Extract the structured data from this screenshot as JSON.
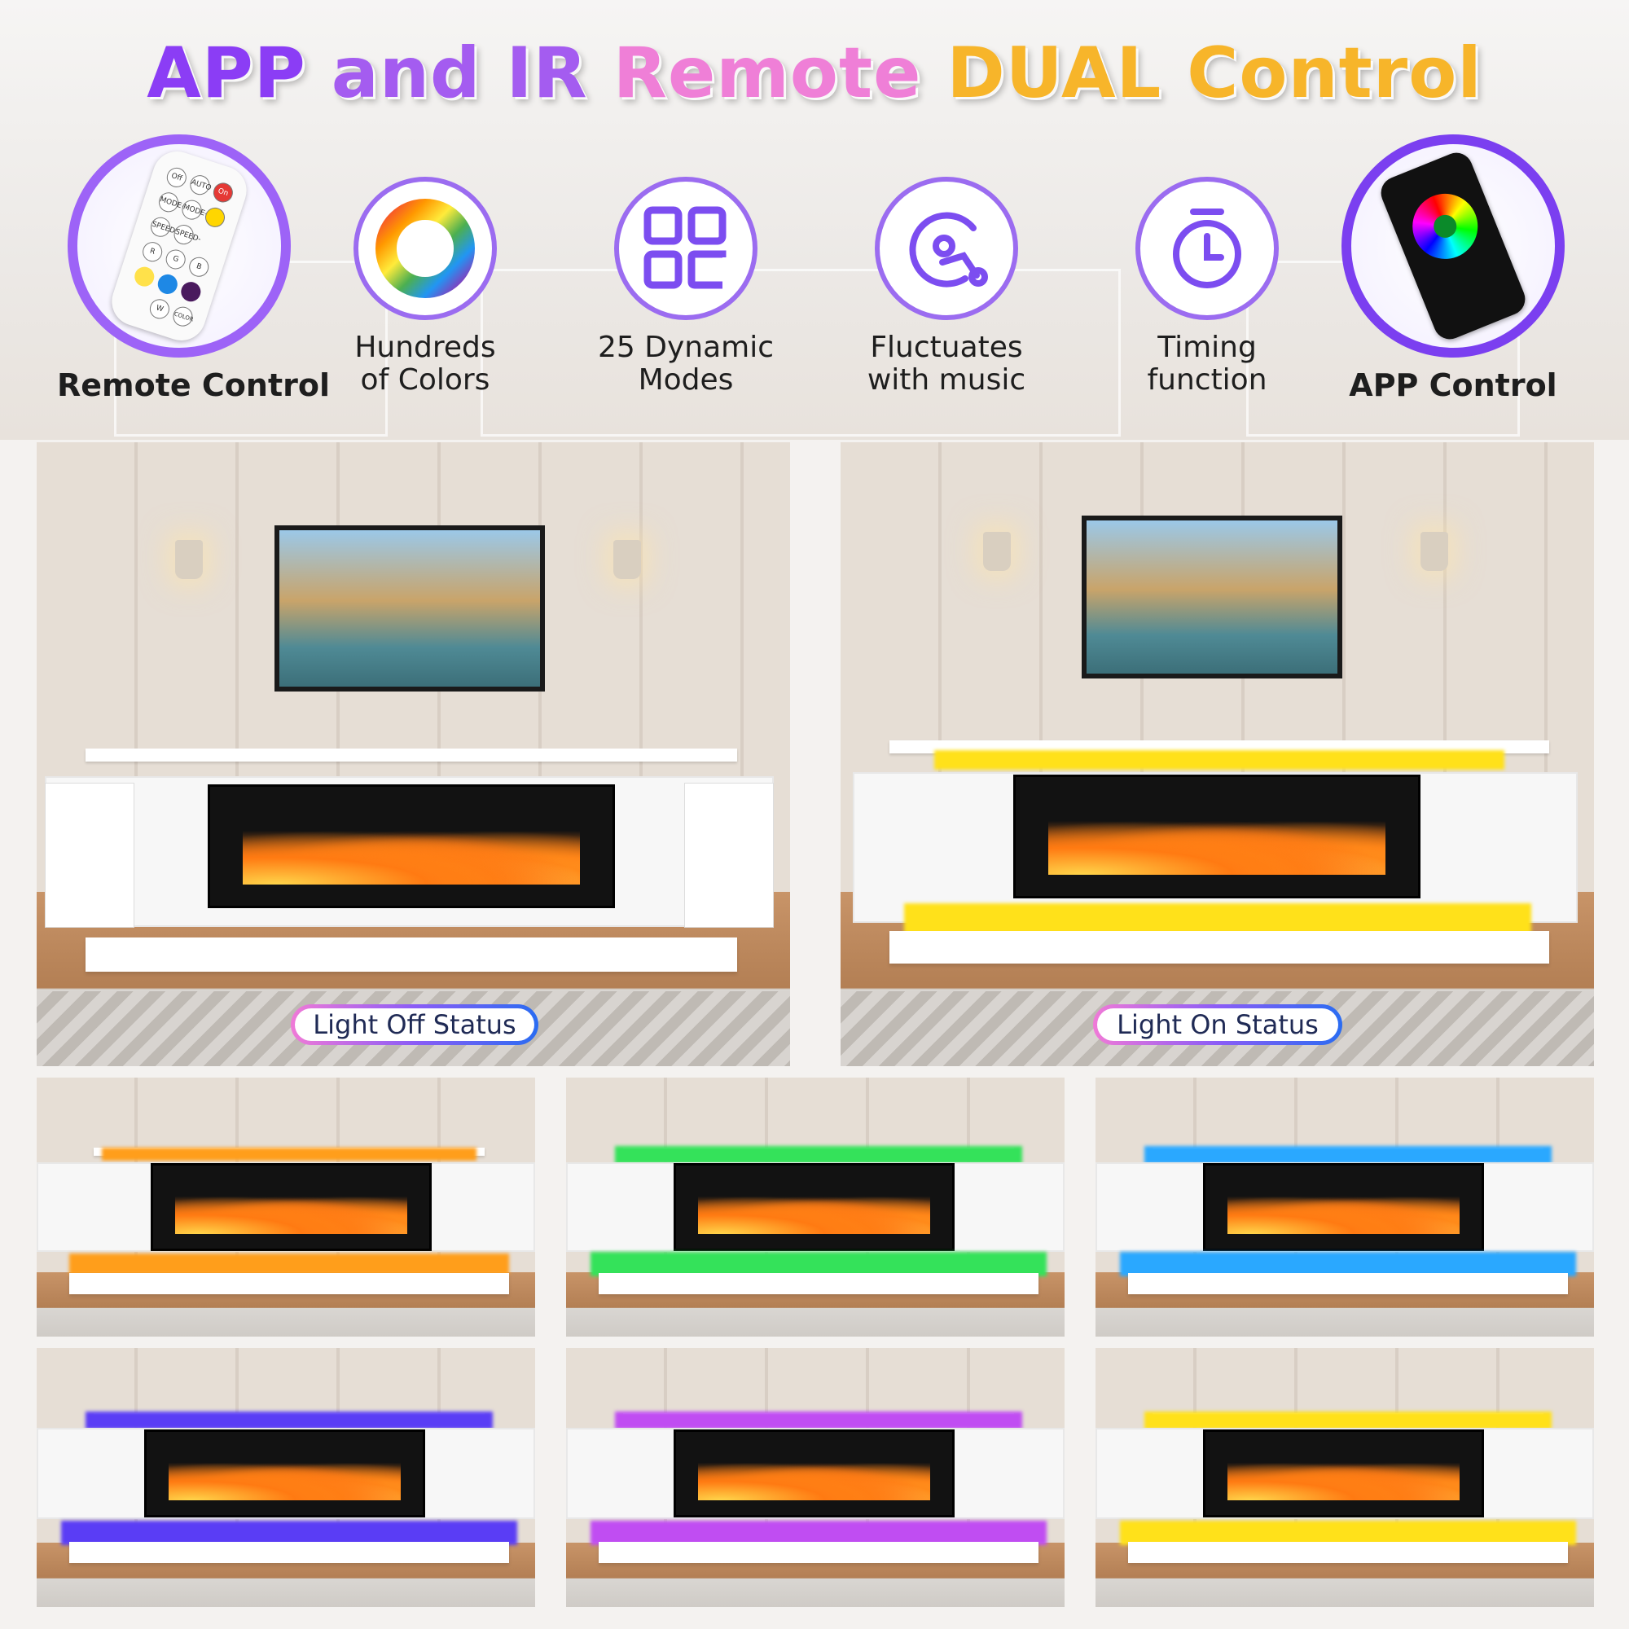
{
  "title": {
    "part1": "APP",
    "part2": "and IR",
    "part3": "Remote",
    "part4": "DUAL Control"
  },
  "features": [
    {
      "label": "Remote Control",
      "icon": "remote-icon"
    },
    {
      "label_line1": "Hundreds",
      "label_line2": "of Colors",
      "icon": "color-wheel-icon"
    },
    {
      "label_line1": "25 Dynamic",
      "label_line2": "Modes",
      "icon": "modes-grid-icon"
    },
    {
      "label_line1": "Fluctuates",
      "label_line2": "with music",
      "icon": "music-icon"
    },
    {
      "label_line1": "Timing",
      "label_line2": "function",
      "icon": "timer-icon"
    },
    {
      "label": "APP Control",
      "icon": "phone-app-icon"
    }
  ],
  "remote_buttons": [
    "Off",
    "AUTO",
    "On",
    "MODE+",
    "MODE-",
    "SPEED+",
    "SPEED-",
    "R",
    "G",
    "B",
    "W",
    "COLOR"
  ],
  "status_labels": {
    "off": "Light Off Status",
    "on": "Light On Status"
  },
  "led_colors": {
    "on_panel": "#ffe11a",
    "grid": [
      "#ff9e1b",
      "#34e25a",
      "#2aa8ff",
      "#5a3df5",
      "#c04df2",
      "#ffe11a"
    ]
  },
  "accent_colors": {
    "title_purple": "#8b3df5",
    "title_pink": "#ef7fd7",
    "title_gold": "#f7b52a",
    "ring_purple": "#7b3ff0"
  }
}
